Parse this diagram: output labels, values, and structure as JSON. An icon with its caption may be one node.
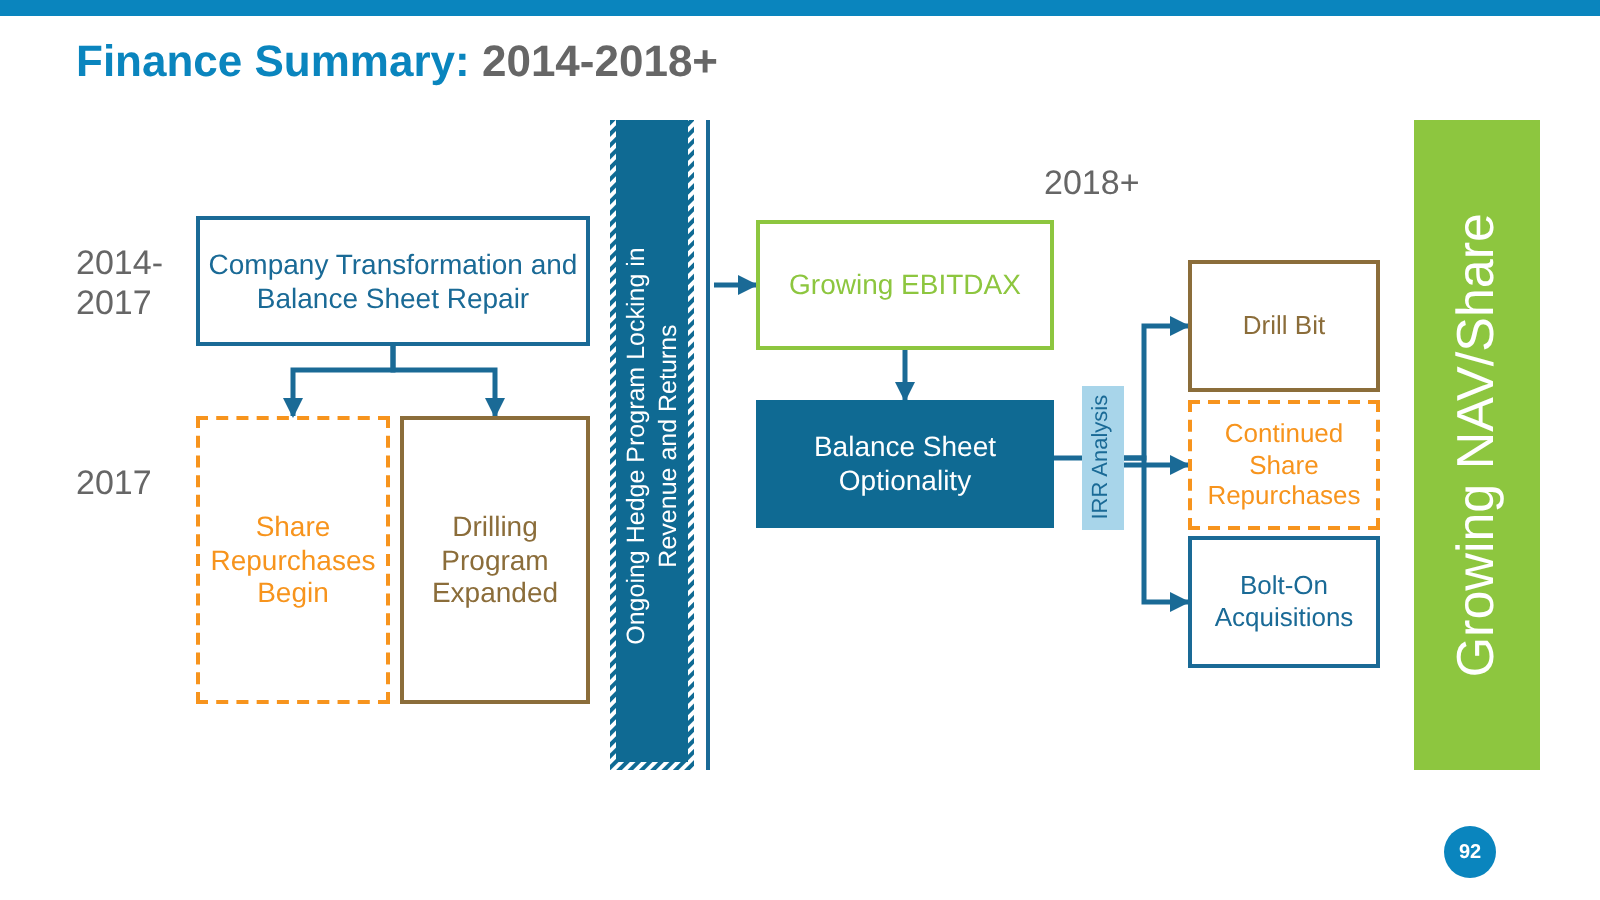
{
  "diagram": {
    "title": "Finance Summary:",
    "nodes": [
      {
        "text": [
          "Company Transformation and Balance Sheet Repair"
        ]
      },
      {
        "text": [
          "Share Repurchases Begin"
        ]
      },
      {
        "text": [
          "Drilling Program Expanded"
        ]
      },
      {
        "text": [
          "Ongoing Hedge Program Locking in Revenue and Returns"
        ]
      },
      {
        "text": [
          "Growing EBITDAX"
        ]
      },
      {
        "text": [
          "Balance Sheet Optionality"
        ]
      },
      {
        "text": [
          "IRR Analysis"
        ]
      },
      {
        "text": [
          "Drill Bit"
        ]
      },
      {
        "text": [
          "Continued Share Repurchases"
        ]
      },
      {
        "text": [
          "Bolt-On Acquisitions"
        ]
      },
      {
        "text": [
          "Growing NAV/Share"
        ]
      }
    ],
    "edges": [
      {
        "from": 0,
        "to": 1,
        "arrow": "to"
      },
      {
        "from": 0,
        "to": 2,
        "arrow": "to"
      },
      {
        "from": 3,
        "to": 4,
        "arrow": "to"
      },
      {
        "from": 4,
        "to": 5,
        "arrow": "to"
      },
      {
        "from": 5,
        "to": 6,
        "arrow": "none"
      },
      {
        "from": 6,
        "to": 7,
        "arrow": "to"
      },
      {
        "from": 6,
        "to": 8,
        "arrow": "to"
      },
      {
        "from": 6,
        "to": 9,
        "arrow": "to"
      }
    ],
    "labels": [
      "2014-2018+",
      "2014- 2017",
      "2017",
      "2018+",
      "92"
    ]
  }
}
